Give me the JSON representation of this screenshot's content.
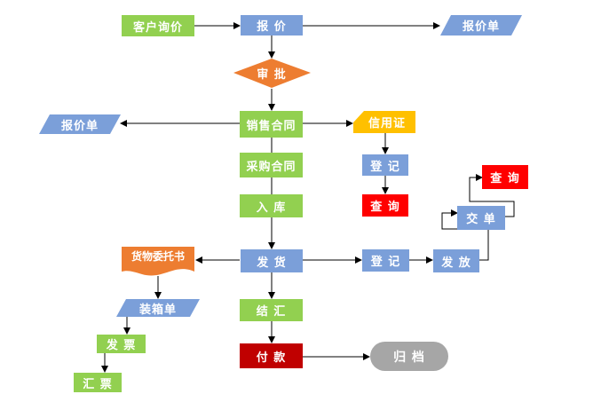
{
  "nodes": {
    "customer_inquiry": "客户询价",
    "quote": "报 价",
    "quote_doc_right": "报价单",
    "approval": "审 批",
    "quote_doc_left": "报价单",
    "sales_contract": "销售合同",
    "letter_of_credit": "信用证",
    "purchase_contract": "采购合同",
    "register_lc": "登 记",
    "inquiry_lc": "查 询",
    "warehousing": "入 库",
    "shipping_instruction": "货物委托书",
    "delivery": "发 货",
    "register_delivery": "登 记",
    "release": "发 放",
    "submit": "交 单",
    "inquiry_top": "查 询",
    "packing_list": "装箱单",
    "settlement": "结 汇",
    "invoice": "发 票",
    "remittance": "汇 票",
    "payment": "付 款",
    "archive": "归 档"
  },
  "colors": {
    "green": "#92d050",
    "blue": "#7b9fd9",
    "orange": "#ed7d31",
    "red": "#ff0000",
    "dark_red": "#c00000",
    "gold": "#ffc000",
    "gray": "#a6a6a6",
    "line": "#000000"
  }
}
